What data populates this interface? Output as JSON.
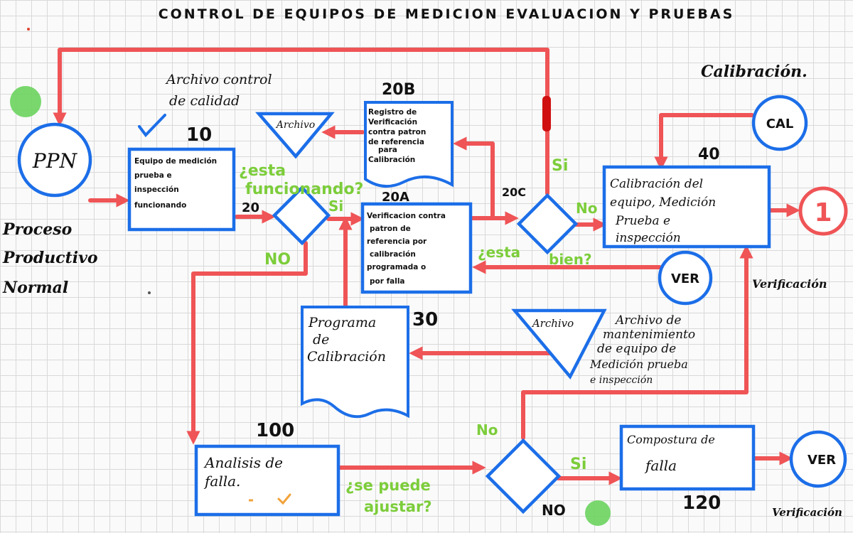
{
  "title": "CONTROL DE EQUIPOS DE MEDICION EVALUACION Y PRUEBAS",
  "ppn": {
    "circle_label": "PPN",
    "legend": [
      "Proceso",
      "Productivo",
      "Normal"
    ]
  },
  "archive_quality": {
    "note": [
      "Archivo control",
      "de calidad"
    ],
    "label": "Archivo"
  },
  "step10": {
    "number": "10",
    "lines": [
      "Equipo de medición",
      "prueba e",
      "inspección",
      "funcionando"
    ]
  },
  "step20": {
    "number": "20",
    "question": [
      "¿esta",
      "funcionando?"
    ],
    "yes": "Si",
    "no": "NO"
  },
  "step20A": {
    "number": "20A",
    "lines": [
      "Verificacion contra",
      "patron de",
      "referencia por",
      "calibración",
      "programada o",
      "por falla"
    ]
  },
  "step20B": {
    "number": "20B",
    "lines": [
      "Registro de",
      "Verificación",
      "contra patron",
      "de referencia",
      "para",
      "Calibración"
    ]
  },
  "step20C": {
    "number": "20C",
    "question": [
      "¿esta",
      "bien?"
    ],
    "yes": "Si",
    "no": "No"
  },
  "step30": {
    "number": "30",
    "lines": [
      "Programa",
      "de",
      "Calibración"
    ]
  },
  "archive_maintenance": {
    "label": "Archivo",
    "note": [
      "Archivo de",
      "mantenimiento",
      "de equipo de",
      "Medición prueba",
      "e inspección"
    ]
  },
  "step40": {
    "number": "40",
    "lines": [
      "Calibración del",
      "equipo, Medición",
      "Prueba e",
      "inspección"
    ]
  },
  "calibration": {
    "label": "Calibración.",
    "circle": "CAL"
  },
  "connector1": {
    "label": "1"
  },
  "verification_circle_mid": {
    "label": "VER"
  },
  "verification_side": "Verificación",
  "step100": {
    "number": "100",
    "lines": [
      "Analisis de",
      "falla."
    ]
  },
  "question_adjust": {
    "question": [
      "¿se puede",
      "ajustar?"
    ],
    "yes": "Si",
    "no": "No",
    "bottom": "NO"
  },
  "step120": {
    "number": "120",
    "lines": [
      "Compostura de",
      "falla"
    ]
  },
  "verification_circle_bottom": {
    "label": "VER"
  },
  "verification_bottom": "Verificación",
  "colors": {
    "flow_arrow": "#ef5456",
    "box_border": "#1c6ee8",
    "annotation": "#7ccd3a",
    "connector_red": "#ef5456"
  }
}
